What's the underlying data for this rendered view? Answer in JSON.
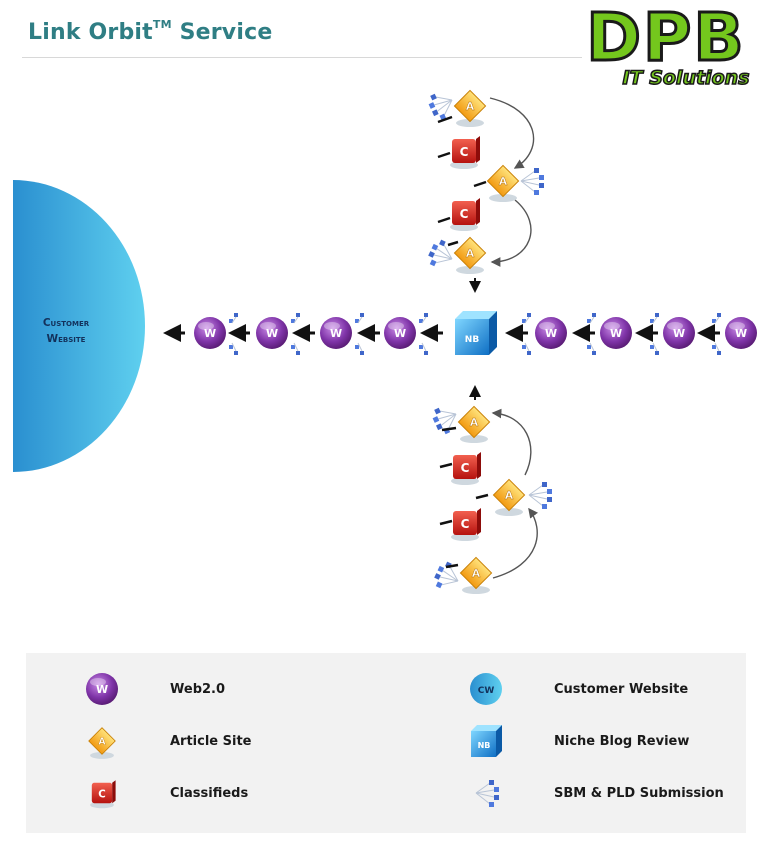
{
  "header": {
    "title": "Link Orbit",
    "title_sup": "TM",
    "title_suffix": " Service",
    "logo_text": "DPB",
    "logo_subtext": "IT Solutions"
  },
  "diagram": {
    "customer_label_line1": "Customer",
    "customer_label_line2": "Website",
    "web_icon_letter": "W",
    "article_icon_letter": "A",
    "classified_icon_letter": "C",
    "niche_blog_letter": "NB"
  },
  "legend": {
    "items": [
      {
        "icon": "web2-icon",
        "label": "Web2.0"
      },
      {
        "icon": "article-site-icon",
        "label": "Article Site"
      },
      {
        "icon": "classifieds-icon",
        "label": "Classifieds"
      },
      {
        "icon": "customer-website-icon",
        "label": "Customer Website",
        "icon_text": "CW"
      },
      {
        "icon": "niche-blog-icon",
        "label": "Niche Blog Review",
        "icon_text": "NB"
      },
      {
        "icon": "sbm-pld-icon",
        "label": "SBM & PLD Submission"
      }
    ]
  },
  "colors": {
    "title": "#2f7e84",
    "web": "#7a2f9e",
    "article": "#f0a81c",
    "classified": "#d3201f",
    "niche_blog": "#1e8ed8",
    "customer": "#3aa9dd",
    "logo_green": "#74c71d"
  }
}
